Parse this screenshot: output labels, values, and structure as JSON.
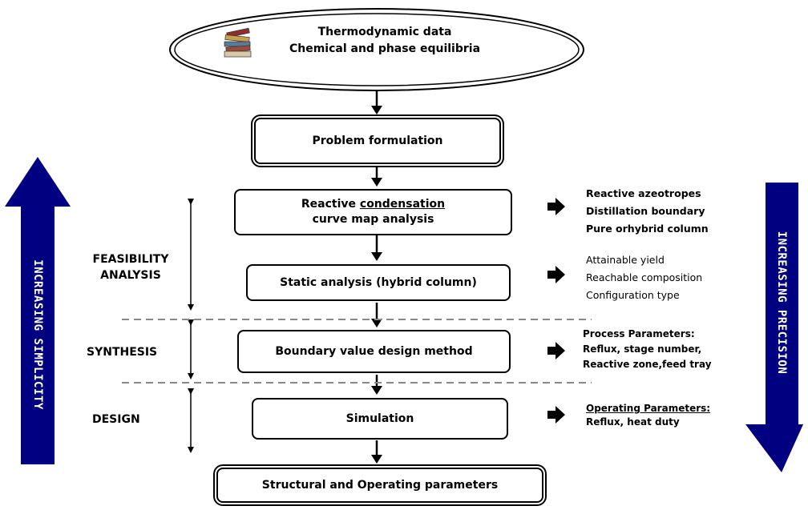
{
  "top_oval": {
    "line1": "Thermodynamic data",
    "line2": "Chemical and phase equilibria",
    "icon": "books-icon"
  },
  "boxes": {
    "problem_formulation": "Problem formulation",
    "reactive_line1_pre": "Reactive ",
    "reactive_line1_underlined": "condensation",
    "reactive_line2": "curve map analysis",
    "static_analysis": "Static analysis (hybrid column)",
    "boundary_value": "Boundary value design method",
    "simulation": "Simulation",
    "structural": "Structural and Operating parameters"
  },
  "stages": {
    "feasibility_line1": "FEASIBILITY",
    "feasibility_line2": "ANALYSIS",
    "synthesis": "SYNTHESIS",
    "design": "DESIGN"
  },
  "outputs": {
    "reactive": [
      "Reactive azeotropes",
      "Distillation boundary",
      "Pure orhybrid column"
    ],
    "static": [
      "Attainable yield",
      "Reachable composition",
      "Configuration type"
    ],
    "boundary": [
      "Process Parameters:",
      "Reflux, stage number,",
      "Reactive zone,feed tray"
    ],
    "simulation": [
      "Operating Parameters:",
      "Reflux, heat duty"
    ]
  },
  "side_arrows": {
    "left": "INCREASING SIMPLICITY",
    "right": "INCREASING PRECISION",
    "color": "#000080"
  }
}
